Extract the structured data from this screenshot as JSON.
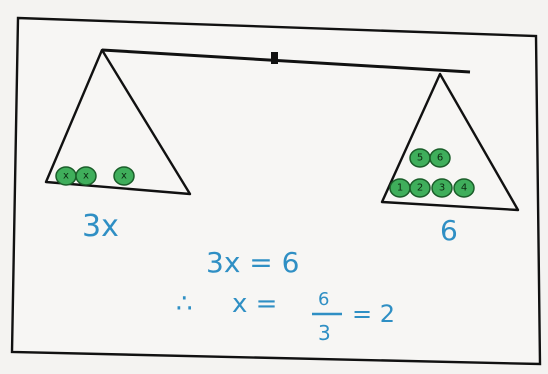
{
  "left_pan": {
    "label": "3x",
    "pebbles": [
      "x",
      "x",
      "x"
    ]
  },
  "right_pan": {
    "label": "6",
    "pebbles": [
      "1",
      "2",
      "3",
      "4",
      "5",
      "6"
    ]
  },
  "equations": {
    "line1": "3x = 6",
    "therefore": "∴",
    "line2_lhs": "x =",
    "fraction_num": "6",
    "fraction_den": "3",
    "line2_rhs": "= 2"
  },
  "colors": {
    "ink": "#111111",
    "pebble_fill": "#3fae5b",
    "label_blue": "#2f8fc4"
  }
}
